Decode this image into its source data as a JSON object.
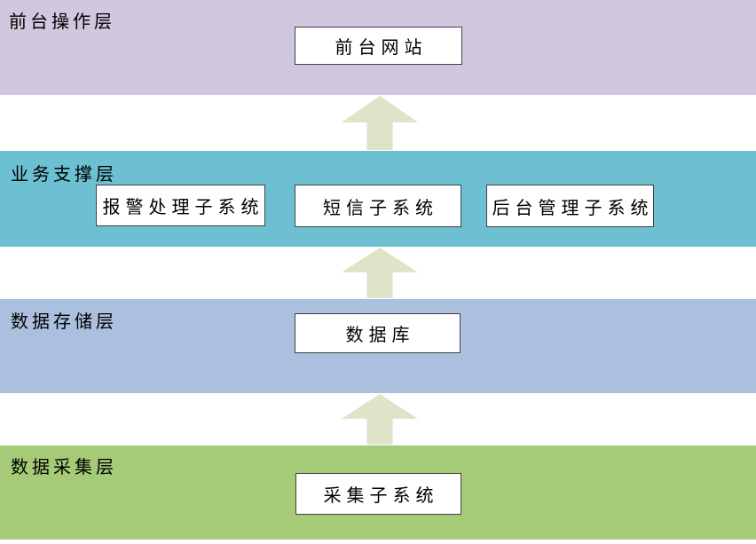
{
  "diagram": {
    "title": "layered-system-architecture",
    "layers": [
      {
        "label": "前台操作层",
        "boxes": [
          {
            "label": "前台网站"
          }
        ]
      },
      {
        "label": "业务支撑层",
        "boxes": [
          {
            "label": "报警处理子系统"
          },
          {
            "label": "短信子系统"
          },
          {
            "label": "后台管理子系统"
          }
        ]
      },
      {
        "label": "数据存储层",
        "boxes": [
          {
            "label": "数据库"
          }
        ]
      },
      {
        "label": "数据采集层",
        "boxes": [
          {
            "label": "采集子系统"
          }
        ]
      }
    ],
    "arrows": [
      {
        "from": "数据采集层",
        "to": "数据存储层",
        "direction": "up"
      },
      {
        "from": "数据存储层",
        "to": "业务支撑层",
        "direction": "up"
      },
      {
        "from": "业务支撑层",
        "to": "前台操作层",
        "direction": "up"
      }
    ],
    "colors": {
      "layer_frontend": "#cfc8de",
      "layer_business": "#6cc0d2",
      "layer_storage": "#abc0de",
      "layer_collection": "#a5cb79",
      "arrow": "#dfe3c8",
      "box_bg": "#ffffff",
      "box_border": "#404040",
      "text": "#000000"
    }
  }
}
